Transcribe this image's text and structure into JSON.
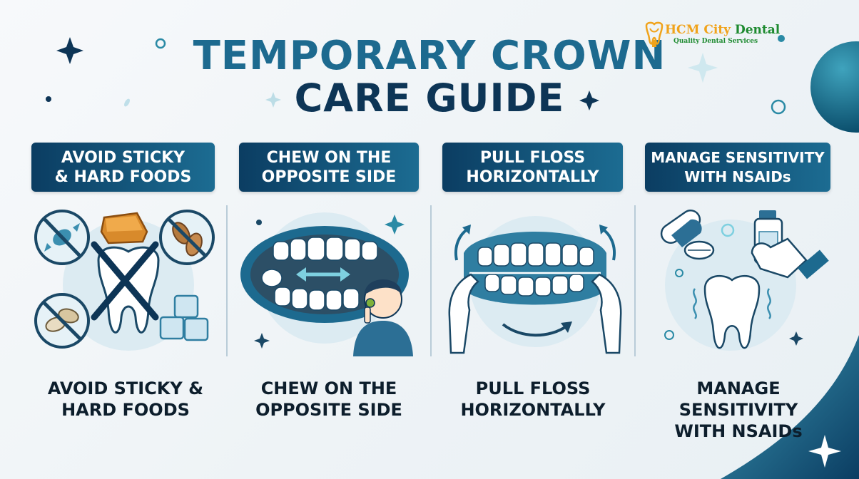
{
  "title": {
    "line1": "TEMPORARY CROWN",
    "line2": "CARE GUIDE"
  },
  "logo": {
    "name_part1": "HCM City",
    "name_part2": "Dental",
    "tagline": "Quality Dental Services"
  },
  "colors": {
    "primary_dark": "#0b3d62",
    "primary": "#1c6c92",
    "accent_light": "#d9eaf1",
    "logo_orange": "#f0a31b",
    "logo_green": "#1d8a2f"
  },
  "steps": [
    {
      "banner": "AVOID STICKY\n& HARD FOODS",
      "caption": "AVOID STICKY &\nHARD FOODS",
      "icons": [
        "no-candy-icon",
        "caramel-icon",
        "no-nuts-icon",
        "crossed-tooth-icon",
        "no-seeds-icon",
        "ice-cubes-icon"
      ]
    },
    {
      "banner": "CHEW ON THE\nOPPOSITE SIDE",
      "caption": "CHEW ON THE\nOPPOSITE SIDE",
      "icons": [
        "mouth-teeth-icon",
        "double-arrow-icon",
        "boy-eating-icon"
      ]
    },
    {
      "banner": "PULL FLOSS\nHORIZONTALLY",
      "caption": "PULL FLOSS\nHORIZONTALLY",
      "icons": [
        "teeth-arch-icon",
        "hands-flossing-icon",
        "curved-arrow-icon"
      ]
    },
    {
      "banner": "MANAGE SENSITIVITY\nWITH NSAIDs",
      "caption": "MANAGE SENSITIVITY\nWITH NSAIDs",
      "icons": [
        "capsule-icon",
        "pill-icon",
        "tooth-sensitivity-icon",
        "medicine-bottle-hand-icon"
      ]
    }
  ]
}
